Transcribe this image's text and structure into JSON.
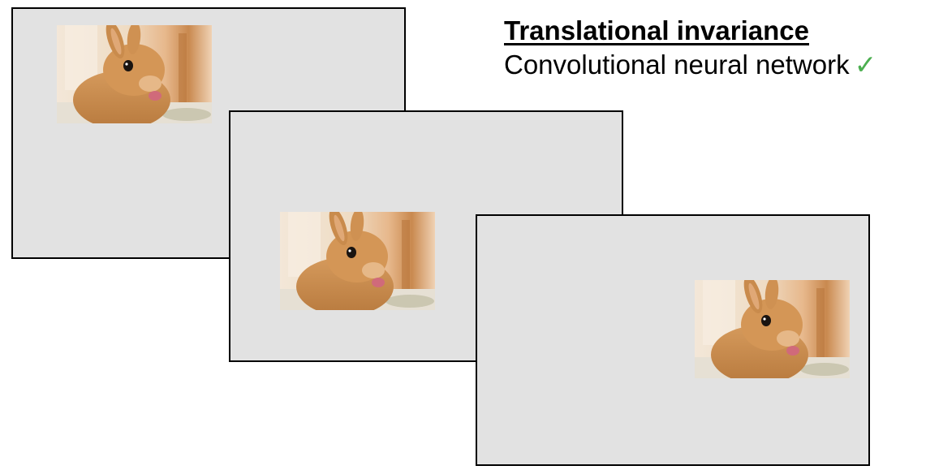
{
  "caption": {
    "heading": "Translational invariance",
    "subline": "Convolutional neural network",
    "check_icon": "✓",
    "check_color": "#4caf50"
  },
  "frames": [
    {
      "name": "frame-top-left",
      "photo_position": "top-left"
    },
    {
      "name": "frame-middle",
      "photo_position": "center"
    },
    {
      "name": "frame-bottom-right",
      "photo_position": "right"
    }
  ],
  "photo": {
    "subject": "rabbit-photo"
  }
}
